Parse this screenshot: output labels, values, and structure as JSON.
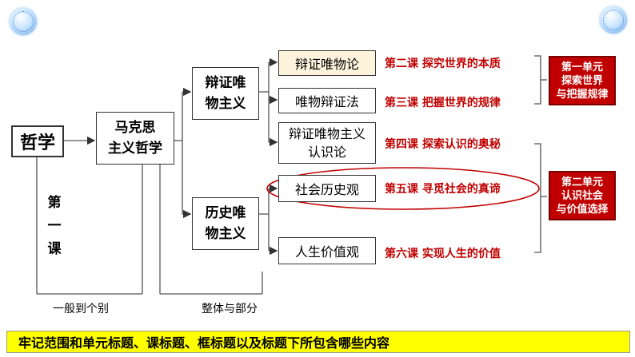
{
  "nodes": {
    "philosophy": "哲学",
    "marxism_line1": "马克思",
    "marxism_line2": "主义哲学",
    "dialectical_line1": "辩证唯",
    "dialectical_line2": "物主义",
    "historical_line1": "历史唯",
    "historical_line2": "物主义",
    "dial_mat_theory": "辩证唯物论",
    "mat_dialectics": "唯物辩证法",
    "epistemology_line1": "辩证唯物主义",
    "epistemology_line2": "认识论",
    "social_history": "社会历史观",
    "life_value": "人生价值观",
    "first_lesson_1": "第",
    "first_lesson_2": "一",
    "first_lesson_3": "课"
  },
  "lessons": {
    "l2": "第二课  探究世界的本质",
    "l3": "第三课  把握世界的规律",
    "l4": "第四课  探索认识的奥秘",
    "l5": "第五课  寻觅社会的真谛",
    "l6": "第六课  实现人生的价值"
  },
  "units": {
    "u1_line1": "第一单元",
    "u1_line2": "探索世界",
    "u1_line3": "与把握规律",
    "u2_line1": "第二单元",
    "u2_line2": "认识社会",
    "u2_line3": "与价值选择"
  },
  "labels": {
    "general_to_individual": "一般到个别",
    "whole_and_parts": "整体与部分"
  },
  "banner": "牢记范围和单元标题、课标题、框标题以及标题下所包含哪些内容",
  "colors": {
    "accent_red": "#c00000",
    "highlight_fill": "#fdf3dc",
    "banner_yellow": "#ffff00"
  }
}
